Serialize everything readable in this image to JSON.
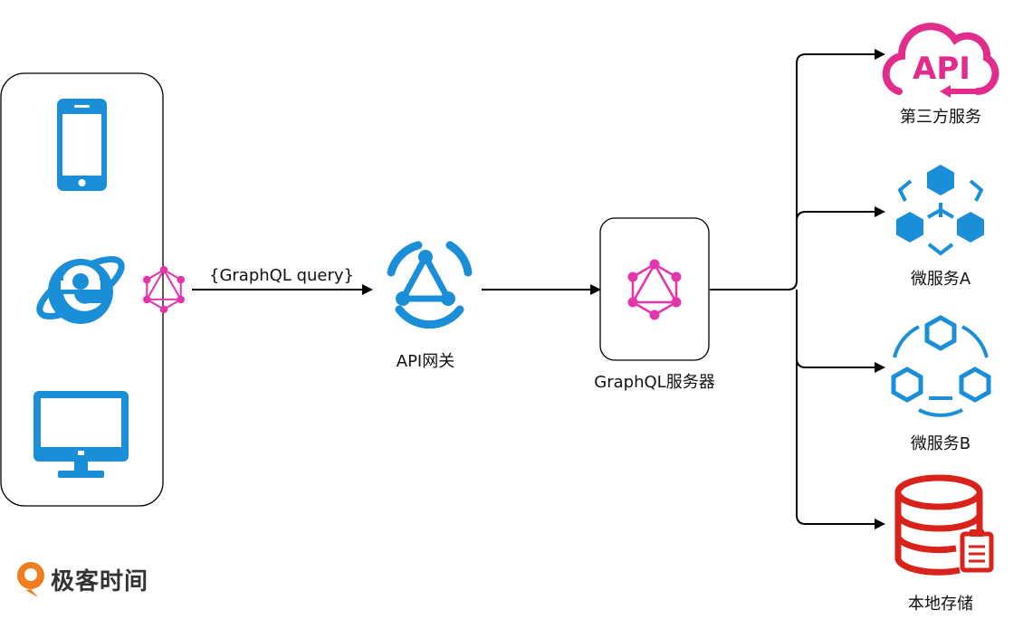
{
  "edge_label": "{GraphQL query}",
  "nodes": {
    "gateway": "API网关",
    "graphql_server": "GraphQL服务器",
    "third_party": "第三方服务",
    "service_a": "微服务A",
    "service_b": "微服务B",
    "local_storage": "本地存储"
  },
  "api_badge_text": "API",
  "brand": "极客时间",
  "colors": {
    "client_blue": "#1a8fd8",
    "graphql_pink": "#e535ab",
    "api_magenta": "#e12c8d",
    "storage_red": "#d9231a",
    "brand_orange": "#f07d1e"
  }
}
